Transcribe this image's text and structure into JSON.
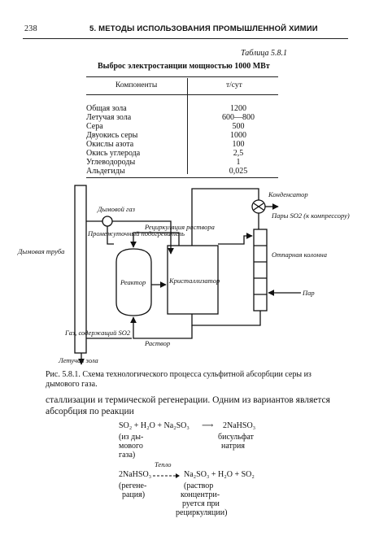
{
  "header": {
    "page_number": "238",
    "running_title": "5. МЕТОДЫ ИСПОЛЬЗОВАНИЯ ПРОМЫШЛЕННОЙ ХИМИИ"
  },
  "table": {
    "number": "Таблица 5.8.1",
    "caption": "Выброс электростанции мощностью 1000 МВт",
    "col_component": "Компоненты",
    "col_unit": "т/сут",
    "rows": [
      {
        "name": "Общая зола",
        "value": "1200"
      },
      {
        "name": "Летучая зола",
        "value": "600—800"
      },
      {
        "name": "Сера",
        "value": "500"
      },
      {
        "name": "Двуокись серы",
        "value": "1000"
      },
      {
        "name": "Окислы азота",
        "value": "100"
      },
      {
        "name": "Окись углерода",
        "value": "2,5"
      },
      {
        "name": "Углеводороды",
        "value": "1"
      },
      {
        "name": "Альдегиды",
        "value": "0,025"
      }
    ]
  },
  "diagram": {
    "chimney": "Дымовая труба",
    "flue_gas": "Дымовой газ",
    "intermediate_heater": "Промежуточный подогреватель",
    "recirculation": "Рециркуляция раствора",
    "reactor": "Реактор",
    "crystallizer": "Кристаллизатор",
    "condenser": "Конденсатор",
    "so2_vapor": "Пары SO2 (к компрессору)",
    "stripping_column": "Отпарная колонна",
    "steam": "Пар",
    "so2_gas": "Газ, содержащий SO2",
    "solution": "Раствор",
    "ash": "Летучая зола"
  },
  "figure_caption": "Рис. 5.8.1. Схема технологического процесса сульфитной абсорбции серы из дымового газа.",
  "paragraph": "сталлизации и термической регенерации. Одним из вариантов является абсорбция по реакции",
  "equations": {
    "eq1_left": "SO₂ + H₂O + Na₂SO₃",
    "eq1_arrow": "⟶",
    "eq1_right": "2NaHSO₃",
    "eq1_note_left_1": "(из ды-",
    "eq1_note_left_2": "мового",
    "eq1_note_left_3": "газа)",
    "eq1_note_right_1": "бисульфат",
    "eq1_note_right_2": "натрия",
    "eq2_heat": "Тепло",
    "eq2_left": "2NaHSO₃",
    "eq2_right": "Na₂SO₃ + H₂O + SO₂",
    "eq2_note_left_1": "(регене-",
    "eq2_note_left_2": "рация)",
    "eq2_note_right_1": "(раствор",
    "eq2_note_right_2": "концентри-",
    "eq2_note_right_3": "руется при",
    "eq2_note_right_4": "рециркуляции)"
  }
}
